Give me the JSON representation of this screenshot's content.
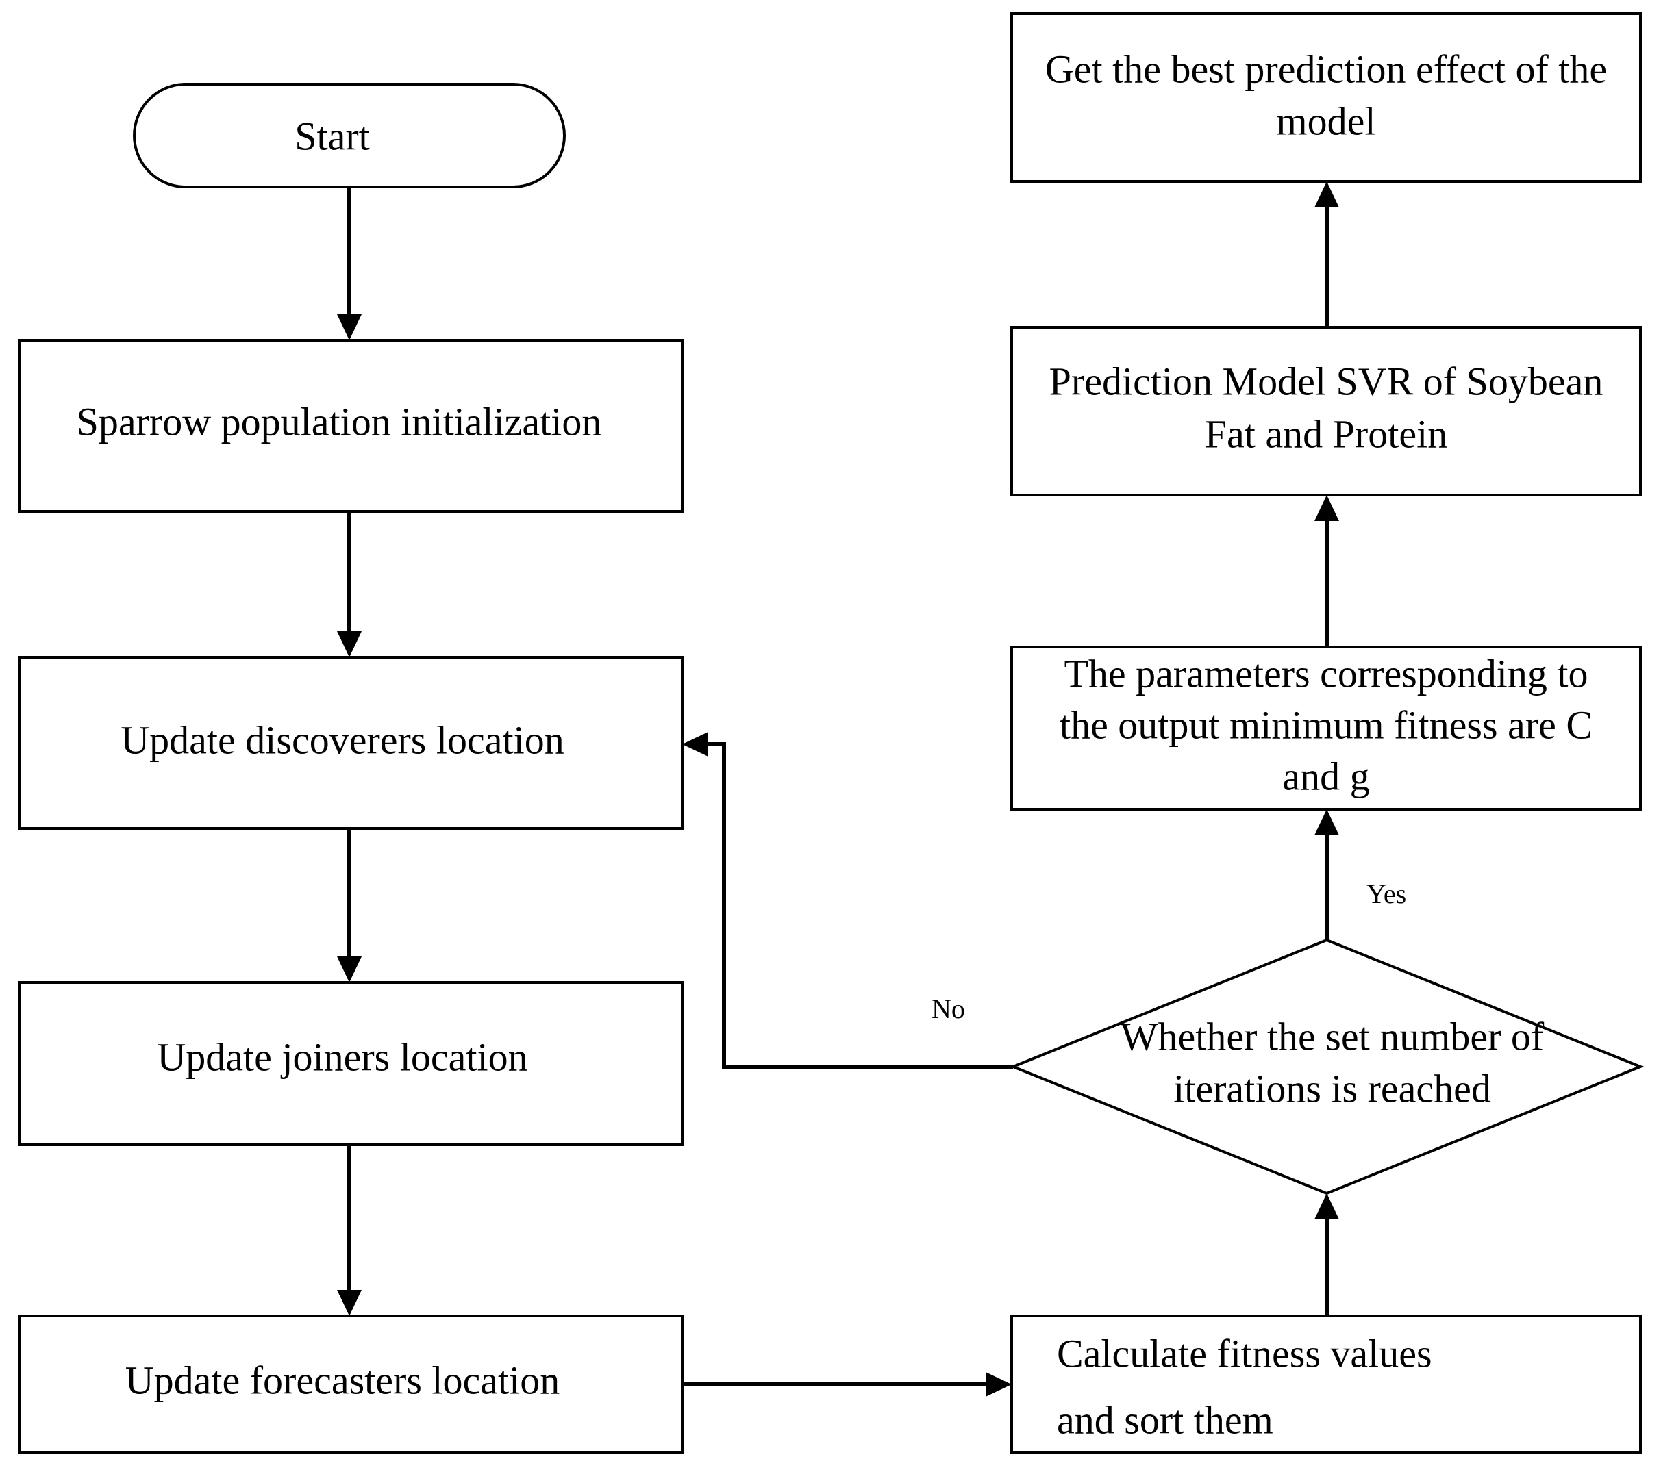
{
  "flowchart": {
    "nodes": {
      "start": {
        "text": "Start"
      },
      "init": {
        "text": "Sparrow population initialization"
      },
      "discoverers": {
        "text": "Update discoverers location"
      },
      "joiners": {
        "text": "Update joiners location"
      },
      "forecasters": {
        "text": "Update forecasters location"
      },
      "fitness": {
        "line1": "Calculate fitness values",
        "line2": "and sort them"
      },
      "decision": {
        "line1": "Whether the set number of",
        "line2": "iterations is reached"
      },
      "params": {
        "line1": "The parameters corresponding to",
        "line2": "the output minimum fitness are C",
        "line3": "and g"
      },
      "model": {
        "line1": "Prediction Model SVR of Soybean",
        "line2": "Fat and Protein"
      },
      "best": {
        "line1": "Get the best prediction effect of the",
        "line2": "model"
      }
    },
    "edge_labels": {
      "no": "No",
      "yes": "Yes"
    }
  }
}
